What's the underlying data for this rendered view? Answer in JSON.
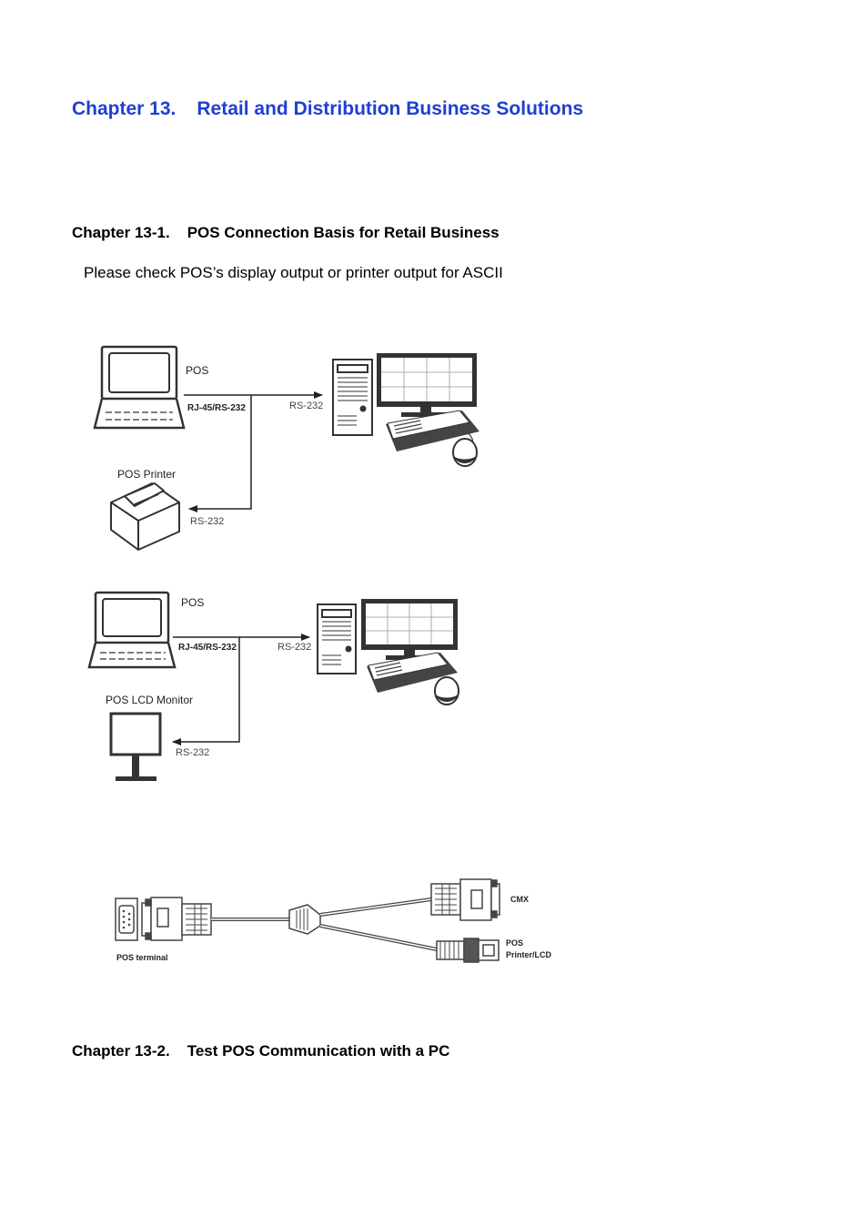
{
  "chapter": {
    "number": "Chapter 13.",
    "title": "Retail and Distribution Business Solutions"
  },
  "section1": {
    "number": "Chapter 13-1.",
    "title": "POS Connection Basis for Retail Business"
  },
  "paragraph": "Please check POS’s display output or printer output for ASCII",
  "diagram1": {
    "pos_label": "POS",
    "port_label": "RJ-45/RS-232",
    "pc_port_label": "RS-232",
    "device_label": "POS Printer",
    "device_port_label": "RS-232"
  },
  "diagram2": {
    "pos_label": "POS",
    "port_label": "RJ-45/RS-232",
    "pc_port_label": "RS-232",
    "device_label": "POS LCD Monitor",
    "device_port_label": "RS-232"
  },
  "cable": {
    "terminal_label": "POS terminal",
    "cmx_label": "CMX",
    "printer_label_line1": "POS",
    "printer_label_line2": "Printer/LCD"
  },
  "section2": {
    "number": "Chapter 13-2.",
    "title": "Test POS Communication with a PC"
  }
}
